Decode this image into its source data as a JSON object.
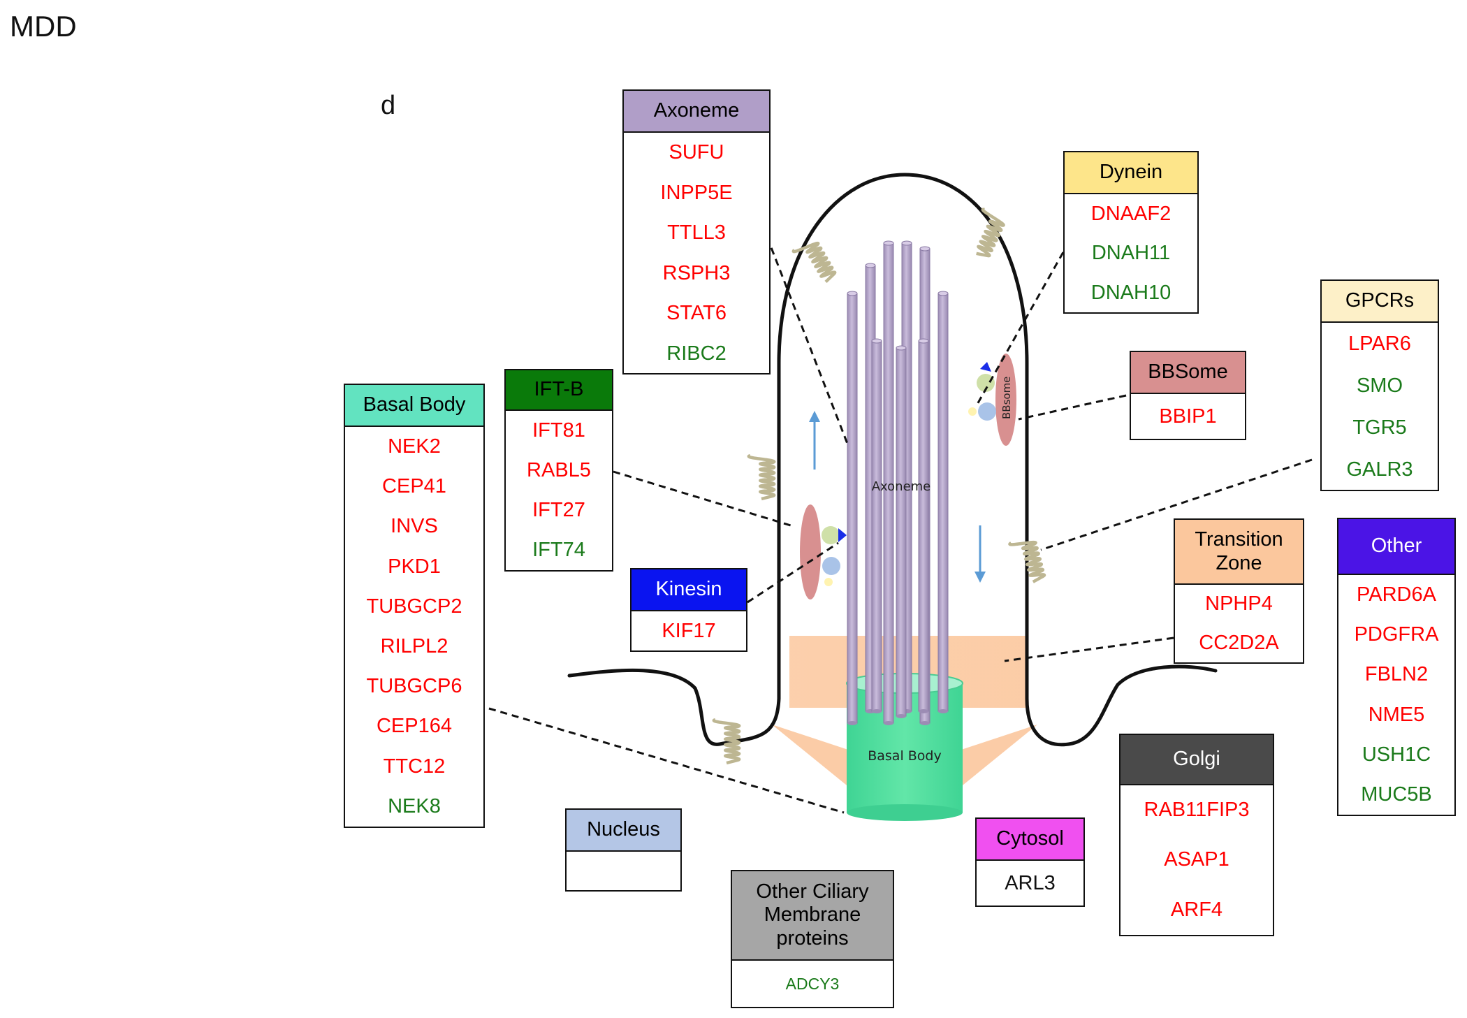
{
  "title": "MDD",
  "panel_label": "d",
  "colors": {
    "gene_red": "#ff0000",
    "gene_green": "#1a7a1a",
    "gene_black": "#111111",
    "microtubule_fill": "#b6a6c9",
    "basal_body_fill": "#55e0a0",
    "transition_zone_fill": "#fbc79d",
    "bbsome_fill": "#d89090",
    "membrane_protein_fill": "#c8c2a0",
    "arrow_blue": "#5b9bd5"
  },
  "diagram": {
    "axoneme_label": "Axoneme",
    "basal_body_label": "Basal Body",
    "bbsome_label": "BBsome"
  },
  "boxes": {
    "axoneme": {
      "header": "Axoneme",
      "header_color": "#b09ec8",
      "genes": [
        {
          "name": "SUFU",
          "color": "#ff0000"
        },
        {
          "name": "INPP5E",
          "color": "#ff0000"
        },
        {
          "name": "TTLL3",
          "color": "#ff0000"
        },
        {
          "name": "RSPH3",
          "color": "#ff0000"
        },
        {
          "name": "STAT6",
          "color": "#ff0000"
        },
        {
          "name": "RIBC2",
          "color": "#1a7a1a"
        }
      ]
    },
    "dynein": {
      "header": "Dynein",
      "header_color": "#fde58a",
      "genes": [
        {
          "name": "DNAAF2",
          "color": "#ff0000"
        },
        {
          "name": "DNAH11",
          "color": "#1a7a1a"
        },
        {
          "name": "DNAH10",
          "color": "#1a7a1a"
        }
      ]
    },
    "gpcrs": {
      "header": "GPCRs",
      "header_color": "#fdf0c8",
      "genes": [
        {
          "name": "LPAR6",
          "color": "#ff0000"
        },
        {
          "name": "SMO",
          "color": "#1a7a1a"
        },
        {
          "name": "TGR5",
          "color": "#1a7a1a"
        },
        {
          "name": "GALR3",
          "color": "#1a7a1a"
        }
      ]
    },
    "bbsome": {
      "header": "BBSome",
      "header_color": "#d89090",
      "genes": [
        {
          "name": "BBIP1",
          "color": "#ff0000"
        }
      ]
    },
    "ift_b": {
      "header": "IFT-B",
      "header_color": "#0a7a0a",
      "genes": [
        {
          "name": "IFT81",
          "color": "#ff0000"
        },
        {
          "name": "RABL5",
          "color": "#ff0000"
        },
        {
          "name": "IFT27",
          "color": "#ff0000"
        },
        {
          "name": "IFT74",
          "color": "#1a7a1a"
        }
      ]
    },
    "basal_body": {
      "header": "Basal Body",
      "header_color": "#62e3c0",
      "genes": [
        {
          "name": "NEK2",
          "color": "#ff0000"
        },
        {
          "name": "CEP41",
          "color": "#ff0000"
        },
        {
          "name": "INVS",
          "color": "#ff0000"
        },
        {
          "name": "PKD1",
          "color": "#ff0000"
        },
        {
          "name": "TUBGCP2",
          "color": "#ff0000"
        },
        {
          "name": "RILPL2",
          "color": "#ff0000"
        },
        {
          "name": "TUBGCP6",
          "color": "#ff0000"
        },
        {
          "name": "CEP164",
          "color": "#ff0000"
        },
        {
          "name": "TTC12",
          "color": "#ff0000"
        },
        {
          "name": "NEK8",
          "color": "#1a7a1a"
        }
      ]
    },
    "kinesin": {
      "header": "Kinesin",
      "header_color": "#0a14f0",
      "genes": [
        {
          "name": "KIF17",
          "color": "#ff0000"
        }
      ]
    },
    "transition_zone": {
      "header": "Transition Zone",
      "header_color": "#fbc79d",
      "genes": [
        {
          "name": "NPHP4",
          "color": "#ff0000"
        },
        {
          "name": "CC2D2A",
          "color": "#ff0000"
        }
      ]
    },
    "other": {
      "header": "Other",
      "header_color": "#4b14e6",
      "genes": [
        {
          "name": "PARD6A",
          "color": "#ff0000"
        },
        {
          "name": "PDGFRA",
          "color": "#ff0000"
        },
        {
          "name": "FBLN2",
          "color": "#ff0000"
        },
        {
          "name": "NME5",
          "color": "#ff0000"
        },
        {
          "name": "USH1C",
          "color": "#1a7a1a"
        },
        {
          "name": "MUC5B",
          "color": "#1a7a1a"
        }
      ]
    },
    "golgi": {
      "header": "Golgi",
      "header_color": "#4a4a4a",
      "genes": [
        {
          "name": "RAB11FIP3",
          "color": "#ff0000"
        },
        {
          "name": "ASAP1",
          "color": "#ff0000"
        },
        {
          "name": "ARF4",
          "color": "#ff0000"
        }
      ]
    },
    "nucleus": {
      "header": "Nucleus",
      "header_color": "#b4c6e6",
      "genes": []
    },
    "cytosol": {
      "header": "Cytosol",
      "header_color": "#f050f0",
      "genes": [
        {
          "name": "ARL3",
          "color": "#111111"
        }
      ]
    },
    "other_membrane": {
      "header": "Other Ciliary Membrane proteins",
      "header_color": "#a6a6a6",
      "genes": [
        {
          "name": "ADCY3",
          "color": "#1a7a1a"
        }
      ]
    }
  }
}
